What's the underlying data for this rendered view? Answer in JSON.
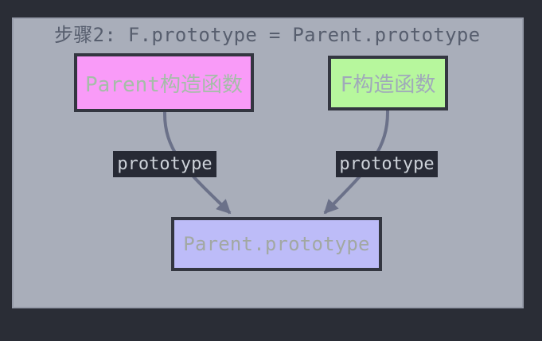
{
  "title": "步骤2: F.prototype = Parent.prototype",
  "nodes": {
    "parent_constructor": {
      "label": "Parent构造函数",
      "fill": "#f99bf8",
      "text_color": "#a5bda8"
    },
    "f_constructor": {
      "label": "F构造函数",
      "fill": "#b7f79d",
      "text_color": "#a0a9ba"
    },
    "parent_prototype": {
      "label": "Parent.prototype",
      "fill": "#bdbcf8",
      "text_color": "#a2a8a2"
    }
  },
  "edges": {
    "left_label": "prototype",
    "right_label": "prototype",
    "arrow_color": "#6b7189"
  },
  "colors": {
    "canvas_bg": "#2a2d36",
    "panel_bg": "#a9aeba",
    "title_text": "#575e6e",
    "node_border": "#333640",
    "edge_label_bg": "#272a35",
    "edge_label_text": "#cdd2d9"
  }
}
